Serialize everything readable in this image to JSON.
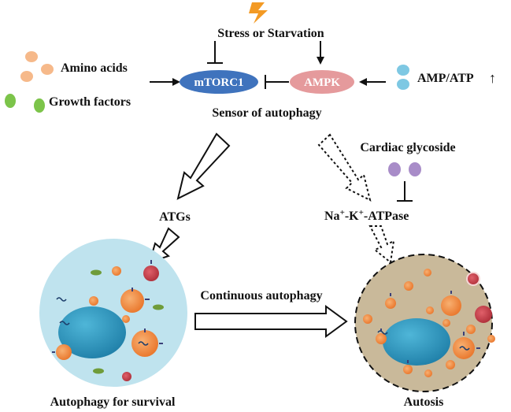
{
  "labels": {
    "stress": "Stress  or Starvation",
    "amino_acids": "Amino acids",
    "growth_factors": "Growth factors",
    "mtorc1": "mTORC1",
    "ampk": "AMPK",
    "amp_atp": "AMP/ATP",
    "amp_atp_arrow": "↑",
    "sensor": "Sensor of autophagy",
    "cardiac_glycoside": "Cardiac glycoside",
    "atgs": "ATGs",
    "na_k_atpase": {
      "na": "Na",
      "plus1": "+",
      "dash1": "-K",
      "plus2": "+",
      "rest": "-ATPase"
    },
    "continuous": "Continuous  autophagy",
    "survival": "Autophagy for survival",
    "autosis": "Autosis"
  },
  "colors": {
    "mtorc1_fill": "#3f73bd",
    "ampk_fill": "#e59a9c",
    "amino_acid_dot": "#f6b98a",
    "growth_factor_dot": "#7cc44a",
    "amp_dot": "#7ec8e3",
    "glycoside_dot": "#a88cc8",
    "lightning": "#f39a24",
    "survival_cell": "#bfe3ee",
    "autosis_cell": "#c9b99a",
    "nucleus": "#2b9bc4",
    "autolysosome": "#f08a3c",
    "lysosome": "#c9414a"
  },
  "icons": {
    "lightning": "lightning-bolt-icon"
  }
}
